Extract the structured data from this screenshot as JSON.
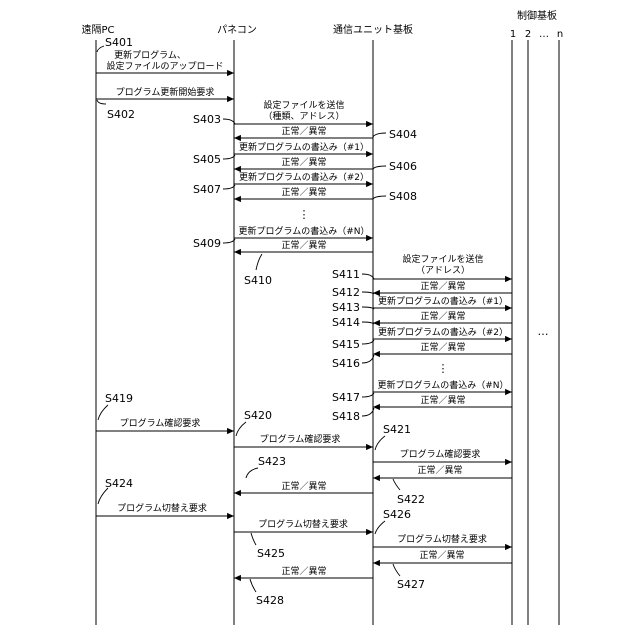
{
  "participants": [
    {
      "key": "pc",
      "label": "遠隔PC"
    },
    {
      "key": "pana",
      "label": "パネコン"
    },
    {
      "key": "comm",
      "label": "通信ユニット基板"
    },
    {
      "key": "ctrl",
      "label": "制御基板"
    }
  ],
  "ctrl_boards": [
    "1",
    "2",
    "…",
    "n"
  ],
  "messages": [
    {
      "from": "pc",
      "to": "pana",
      "lines": [
        "更新プログラム、",
        "設定ファイルのアップロード"
      ]
    },
    {
      "from": "pc",
      "to": "pana",
      "lines": [
        "プログラム更新開始要求"
      ]
    },
    {
      "from": "pana",
      "to": "comm",
      "lines": [
        "設定ファイルを送信",
        "（種類、アドレス）"
      ]
    },
    {
      "from": "comm",
      "to": "pana",
      "lines": [
        "正常／異常"
      ]
    },
    {
      "from": "pana",
      "to": "comm",
      "lines": [
        "更新プログラムの書込み（#1）"
      ]
    },
    {
      "from": "comm",
      "to": "pana",
      "lines": [
        "正常／異常"
      ]
    },
    {
      "from": "pana",
      "to": "comm",
      "lines": [
        "更新プログラムの書込み（#2）"
      ]
    },
    {
      "from": "comm",
      "to": "pana",
      "lines": [
        "正常／異常"
      ]
    },
    {
      "from": "pana",
      "to": "comm",
      "lines": [
        "更新プログラムの書込み（#N）"
      ]
    },
    {
      "from": "comm",
      "to": "pana",
      "lines": [
        "正常／異常"
      ]
    },
    {
      "from": "comm",
      "to": "ctrl",
      "lines": [
        "設定ファイルを送信",
        "（アドレス）"
      ]
    },
    {
      "from": "ctrl",
      "to": "comm",
      "lines": [
        "正常／異常"
      ]
    },
    {
      "from": "comm",
      "to": "ctrl",
      "lines": [
        "更新プログラムの書込み（#1）"
      ]
    },
    {
      "from": "ctrl",
      "to": "comm",
      "lines": [
        "正常／異常"
      ]
    },
    {
      "from": "comm",
      "to": "ctrl",
      "lines": [
        "更新プログラムの書込み（#2）"
      ]
    },
    {
      "from": "ctrl",
      "to": "comm",
      "lines": [
        "正常／異常"
      ]
    },
    {
      "from": "comm",
      "to": "ctrl",
      "lines": [
        "更新プログラムの書込み（#N）"
      ]
    },
    {
      "from": "ctrl",
      "to": "comm",
      "lines": [
        "正常／異常"
      ]
    },
    {
      "from": "pc",
      "to": "pana",
      "lines": [
        "プログラム確認要求"
      ]
    },
    {
      "from": "pana",
      "to": "comm",
      "lines": [
        "プログラム確認要求"
      ]
    },
    {
      "from": "comm",
      "to": "ctrl",
      "lines": [
        "プログラム確認要求"
      ]
    },
    {
      "from": "ctrl",
      "to": "comm",
      "lines": [
        "正常／異常"
      ]
    },
    {
      "from": "comm",
      "to": "pana",
      "lines": [
        "正常／異常"
      ]
    },
    {
      "from": "pc",
      "to": "pana",
      "lines": [
        "プログラム切替え要求"
      ]
    },
    {
      "from": "pana",
      "to": "comm",
      "lines": [
        "プログラム切替え要求"
      ]
    },
    {
      "from": "comm",
      "to": "ctrl",
      "lines": [
        "プログラム切替え要求"
      ]
    },
    {
      "from": "ctrl",
      "to": "comm",
      "lines": [
        "正常／異常"
      ]
    },
    {
      "from": "comm",
      "to": "pana",
      "lines": [
        "正常／異常"
      ]
    }
  ],
  "steps": [
    "S401",
    "S402",
    "S403",
    "S404",
    "S405",
    "S406",
    "S407",
    "S408",
    "S409",
    "S410",
    "S411",
    "S412",
    "S413",
    "S414",
    "S415",
    "S416",
    "S417",
    "S418",
    "S419",
    "S420",
    "S421",
    "S422",
    "S423",
    "S424",
    "S425",
    "S426",
    "S427",
    "S428"
  ],
  "ellipses": [
    "⋮",
    "⋮",
    "…"
  ]
}
